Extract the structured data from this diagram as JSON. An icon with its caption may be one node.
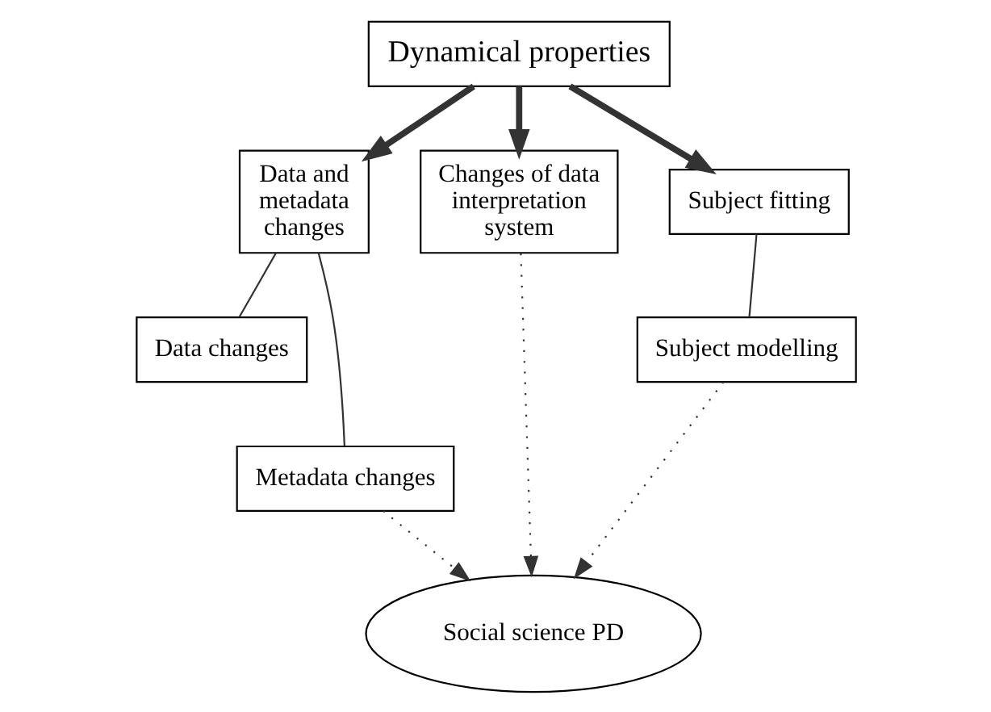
{
  "diagram": {
    "nodes": [
      {
        "text": [
          "Dynamical properties"
        ]
      },
      {
        "text": [
          "Data and metadata changes"
        ]
      },
      {
        "text": [
          "Changes of data interpretation system"
        ]
      },
      {
        "text": [
          "Subject fitting"
        ]
      },
      {
        "text": [
          "Data changes"
        ]
      },
      {
        "text": [
          "Metadata changes"
        ]
      },
      {
        "text": [
          "Subject modelling"
        ]
      },
      {
        "text": [
          "Social science PD"
        ]
      }
    ],
    "edges": [
      {
        "from": 0,
        "to": 1,
        "arrow": "to",
        "style": "thick"
      },
      {
        "from": 0,
        "to": 2,
        "arrow": "to",
        "style": "thick"
      },
      {
        "from": 0,
        "to": 3,
        "arrow": "to",
        "style": "thick"
      },
      {
        "from": 1,
        "to": 4,
        "arrow": "none"
      },
      {
        "from": 1,
        "to": 5,
        "arrow": "none"
      },
      {
        "from": 3,
        "to": 6,
        "arrow": "none"
      },
      {
        "from": 5,
        "to": 7,
        "arrow": "to",
        "style": "dashed"
      },
      {
        "from": 2,
        "to": 7,
        "arrow": "to",
        "style": "dashed"
      },
      {
        "from": 6,
        "to": 7,
        "arrow": "to",
        "style": "dashed"
      }
    ]
  }
}
